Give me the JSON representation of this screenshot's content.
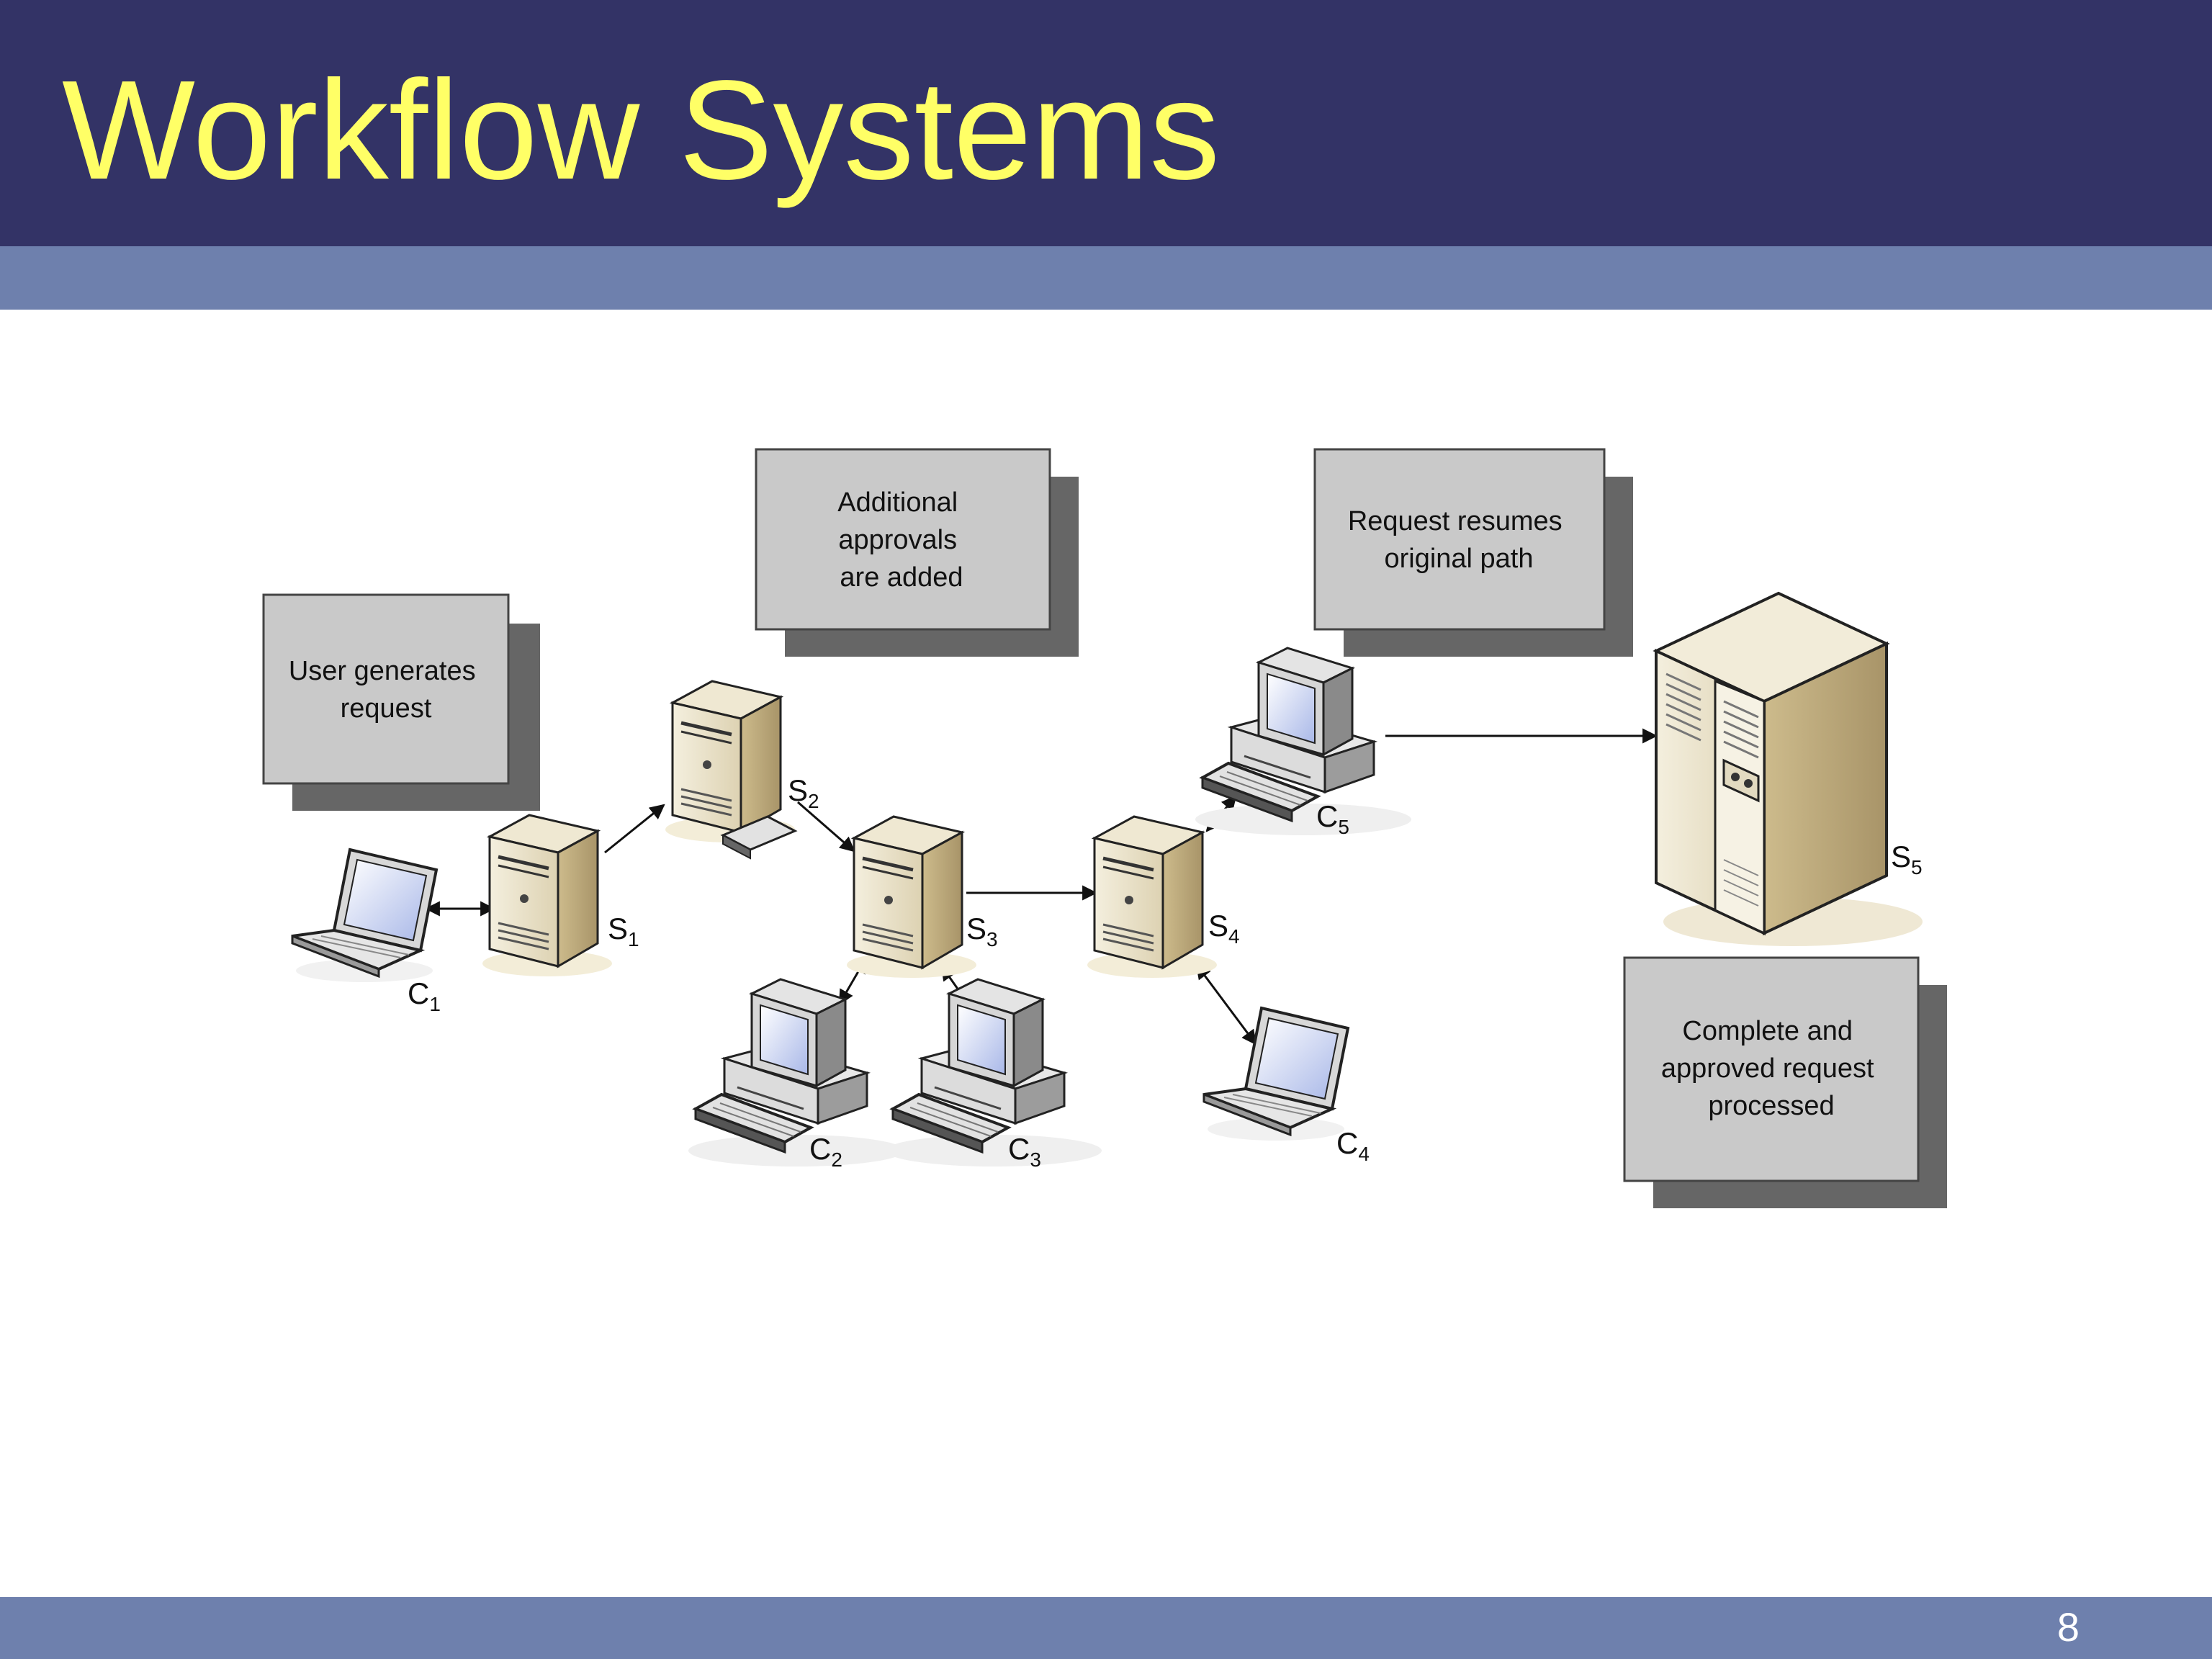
{
  "slide": {
    "title": "Workflow Systems",
    "page_number": "8",
    "colors": {
      "header": "#333366",
      "band": "#6e80ad",
      "title": "#ffff66",
      "box_fill": "#c9c9c9",
      "box_shadow": "#666666",
      "server_body": "#ece4cc"
    }
  },
  "diagram": {
    "callouts": {
      "user_request": [
        "User generates",
        "request"
      ],
      "additional_approvals": [
        "Additional",
        "approvals",
        "are added"
      ],
      "resumes_path": [
        "Request resumes",
        "original path"
      ],
      "complete": [
        "Complete and",
        "approved request",
        "processed"
      ]
    },
    "nodes": {
      "c1": {
        "letter": "C",
        "sub": "1",
        "icon": "laptop-icon"
      },
      "s1": {
        "letter": "S",
        "sub": "1",
        "icon": "server-icon"
      },
      "s2": {
        "letter": "S",
        "sub": "2",
        "icon": "server-icon"
      },
      "s3": {
        "letter": "S",
        "sub": "3",
        "icon": "server-icon"
      },
      "s4": {
        "letter": "S",
        "sub": "4",
        "icon": "server-icon"
      },
      "s5": {
        "letter": "S",
        "sub": "5",
        "icon": "mainframe-icon"
      },
      "c2": {
        "letter": "C",
        "sub": "2",
        "icon": "desktop-computer-icon"
      },
      "c3": {
        "letter": "C",
        "sub": "3",
        "icon": "desktop-computer-icon"
      },
      "c4": {
        "letter": "C",
        "sub": "4",
        "icon": "laptop-icon"
      },
      "c5": {
        "letter": "C",
        "sub": "5",
        "icon": "desktop-computer-icon"
      }
    }
  }
}
